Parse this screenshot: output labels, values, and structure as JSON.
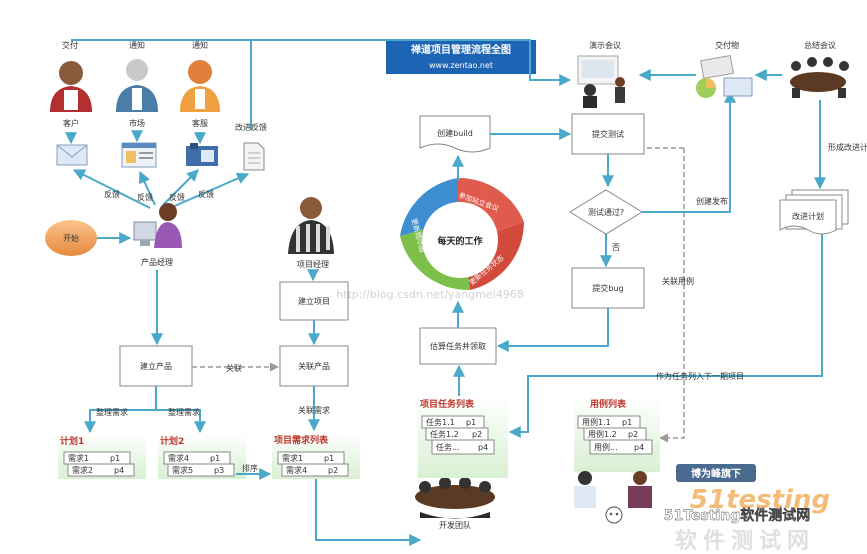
{
  "title": {
    "main": "禅道项目管理流程全图",
    "url": "www.zentao.net"
  },
  "actors": {
    "customer": {
      "label": "客户",
      "top": "交付"
    },
    "market": {
      "label": "市场",
      "top": "通知"
    },
    "support": {
      "label": "客服",
      "top": "通知"
    },
    "improve": "改进反馈",
    "feedback": [
      "反馈",
      "反馈",
      "反馈",
      "反馈"
    ],
    "start": "开始",
    "pm": "产品经理",
    "projectManager": "项目经理",
    "team": "开发团队"
  },
  "nodes": {
    "build": "创建build",
    "submitTest": "提交测试",
    "testPassed": "测试通过?",
    "no": "否",
    "submitBug": "提交bug",
    "estimate": "估算任务并领取",
    "createProject": "建立项目",
    "createProduct": "建立产品",
    "linkProduct": "关联产品",
    "demo": "演示会议",
    "deliverable": "交付物",
    "summary": "总结会议",
    "improvePlan": "形成改进计划",
    "improveDoc": "改进计划",
    "release": "创建发布",
    "linkCase": "关联用例",
    "nextIter": "作为任务列入下一期项目",
    "relate": "关联",
    "sort": "排序",
    "organize1": "整理需求",
    "organize2": "整理需求",
    "linkReq": "关联需求"
  },
  "cycle": {
    "center": "每天的工作",
    "seg1": "参加站立会议",
    "seg2": "更新任务状态",
    "seg3": "更新燃尽图"
  },
  "plan1": {
    "title": "计划1",
    "rows": [
      [
        "需求1",
        "p1"
      ],
      [
        "需求2",
        "p4"
      ]
    ]
  },
  "plan2": {
    "title": "计划2",
    "rows": [
      [
        "需求4",
        "p1"
      ],
      [
        "需求5",
        "p3"
      ]
    ]
  },
  "reqList": {
    "title": "项目需求列表",
    "rows": [
      [
        "需求1",
        "p1"
      ],
      [
        "需求4",
        "p2"
      ]
    ]
  },
  "taskList": {
    "title": "项目任务列表",
    "rows": [
      [
        "任务1.1",
        "p1"
      ],
      [
        "任务1.2",
        "p2"
      ],
      [
        "任务...",
        "p4"
      ]
    ]
  },
  "caseList": {
    "title": "用例列表",
    "rows": [
      [
        "用例1.1",
        "p1"
      ],
      [
        "用例1.2",
        "p2"
      ],
      [
        "用例...",
        "p4"
      ]
    ]
  },
  "watermark": {
    "url": "http://blog.csdn.net/yangmei4968",
    "brand": "博为峰旗下",
    "logo": "51testing",
    "credit": "51Testing软件测试网",
    "big": "软件测试网"
  },
  "colors": {
    "arrow": "#4aa9c8",
    "box": "#ffffff",
    "boxBorder": "#8a8a8a",
    "title": "#1e64b4",
    "cycleRed": "#e05a4e",
    "cycleGreen": "#7cbf4a",
    "cycleBlue": "#3d8fd1",
    "accentRed": "#c0362c",
    "start": "#f2a35a"
  }
}
